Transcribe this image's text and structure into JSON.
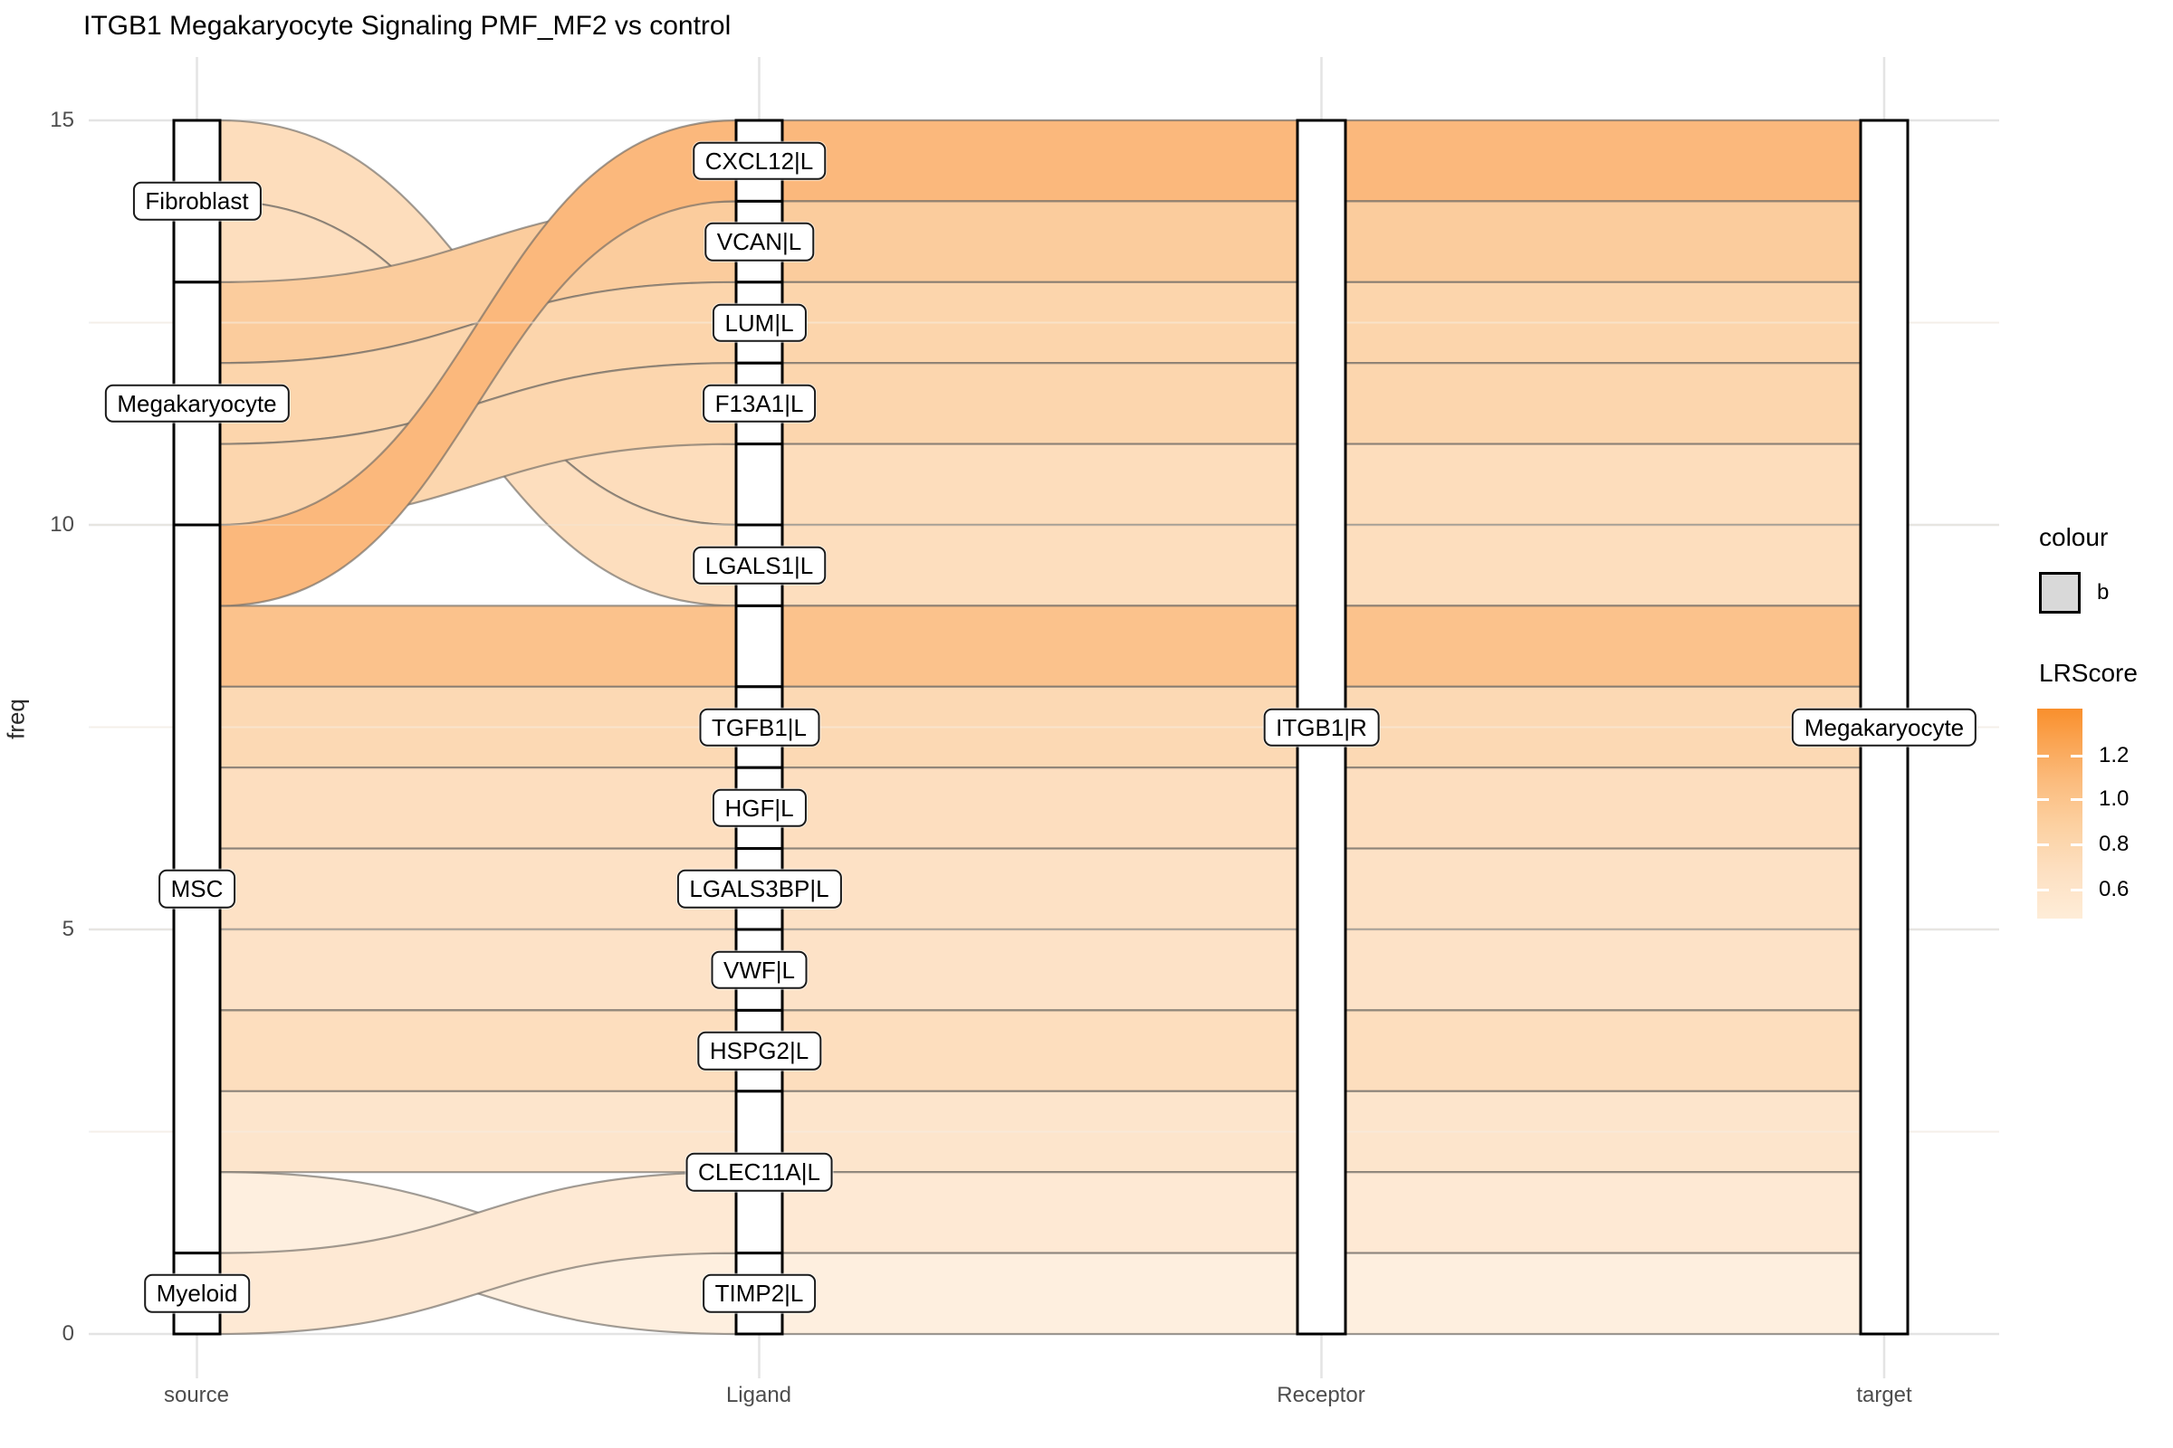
{
  "title": "ITGB1 Megakaryocyte Signaling PMF_MF2 vs control",
  "y_axis": {
    "label": "freq",
    "ticks": [
      "15",
      "10",
      "5",
      "0"
    ]
  },
  "x_axis": {
    "ticks": [
      "source",
      "Ligand",
      "Receptor",
      "target"
    ]
  },
  "legend": {
    "colour_title": "colour",
    "colour_item_label": "b",
    "colour_item_fill": "#d9d9d9",
    "lrscore_title": "LRScore",
    "lr_ticks": [
      "1.2",
      "1.0",
      "0.8",
      "0.6"
    ],
    "gradient_top_color": "#f98f2c",
    "gradient_bottom_color": "#feedd8"
  },
  "chart_data": {
    "type": "alluvial",
    "title": "ITGB1 Megakaryocyte Signaling PMF_MF2 vs control",
    "xlabel_categories": [
      "source",
      "Ligand",
      "Receptor",
      "target"
    ],
    "ylabel": "freq",
    "ylim": [
      0,
      15
    ],
    "grid": "major 0/5/10/15, minor 2.5/7.5/12.5",
    "legend_position": "right",
    "strata": {
      "source": [
        {
          "label": "Fibroblast",
          "from": 13,
          "to": 15,
          "value": 2
        },
        {
          "label": "Megakaryocyte",
          "from": 10,
          "to": 13,
          "value": 3
        },
        {
          "label": "MSC",
          "from": 1,
          "to": 10,
          "value": 9
        },
        {
          "label": "Myeloid",
          "from": 0,
          "to": 1,
          "value": 1
        }
      ],
      "ligand": [
        {
          "label": "CXCL12|L",
          "from": 14,
          "to": 15,
          "value": 1
        },
        {
          "label": "VCAN|L",
          "from": 13,
          "to": 14,
          "value": 1
        },
        {
          "label": "LUM|L",
          "from": 12,
          "to": 13,
          "value": 1
        },
        {
          "label": "F13A1|L",
          "from": 11,
          "to": 12,
          "value": 1
        },
        {
          "label": "",
          "from": 10,
          "to": 11,
          "value": 1
        },
        {
          "label": "LGALS1|L",
          "from": 9,
          "to": 10,
          "value": 1
        },
        {
          "label": "",
          "from": 8,
          "to": 9,
          "value": 1
        },
        {
          "label": "TGFB1|L",
          "from": 7,
          "to": 8,
          "value": 1
        },
        {
          "label": "HGF|L",
          "from": 6,
          "to": 7,
          "value": 1
        },
        {
          "label": "LGALS3BP|L",
          "from": 5,
          "to": 6,
          "value": 1
        },
        {
          "label": "VWF|L",
          "from": 4,
          "to": 5,
          "value": 1
        },
        {
          "label": "HSPG2|L",
          "from": 3,
          "to": 4,
          "value": 1
        },
        {
          "label": "CLEC11A|L",
          "from": 1,
          "to": 3,
          "value": 2
        },
        {
          "label": "TIMP2|L",
          "from": 0,
          "to": 1,
          "value": 1
        }
      ],
      "receptor": [
        {
          "label": "ITGB1|R",
          "from": 0,
          "to": 15,
          "value": 15
        }
      ],
      "target": [
        {
          "label": "Megakaryocyte",
          "from": 0,
          "to": 15,
          "value": 15
        }
      ]
    },
    "links": [
      {
        "source": "Fibroblast",
        "ligand": "",
        "receptor": "ITGB1|R",
        "target": "Megakaryocyte",
        "value": 1,
        "source_span": [
          14,
          15
        ],
        "ligand_span": [
          10,
          11
        ],
        "color": "#fdddbc"
      },
      {
        "source": "Fibroblast",
        "ligand": "LGALS1|L",
        "receptor": "ITGB1|R",
        "target": "Megakaryocyte",
        "value": 1,
        "source_span": [
          13,
          14
        ],
        "ligand_span": [
          9,
          10
        ],
        "color": "#fddebe"
      },
      {
        "source": "Megakaryocyte",
        "ligand": "VCAN|L",
        "receptor": "ITGB1|R",
        "target": "Megakaryocyte",
        "value": 1,
        "source_span": [
          12,
          13
        ],
        "ligand_span": [
          13,
          14
        ],
        "color": "#fbcc9d"
      },
      {
        "source": "Megakaryocyte",
        "ligand": "LUM|L",
        "receptor": "ITGB1|R",
        "target": "Megakaryocyte",
        "value": 1,
        "source_span": [
          11,
          12
        ],
        "ligand_span": [
          12,
          13
        ],
        "color": "#fcd5ac"
      },
      {
        "source": "Megakaryocyte",
        "ligand": "F13A1|L",
        "receptor": "ITGB1|R",
        "target": "Megakaryocyte",
        "value": 1,
        "source_span": [
          10,
          11
        ],
        "ligand_span": [
          11,
          12
        ],
        "color": "#fcd6ae"
      },
      {
        "source": "MSC",
        "ligand": "CXCL12|L",
        "receptor": "ITGB1|R",
        "target": "Megakaryocyte",
        "value": 1,
        "source_span": [
          9,
          10
        ],
        "ligand_span": [
          14,
          15
        ],
        "color": "#fbb87c"
      },
      {
        "source": "MSC",
        "ligand": "",
        "receptor": "ITGB1|R",
        "target": "Megakaryocyte",
        "value": 1,
        "source_span": [
          8,
          9
        ],
        "ligand_span": [
          8,
          9
        ],
        "color": "#fbc28c"
      },
      {
        "source": "MSC",
        "ligand": "TGFB1|L",
        "receptor": "ITGB1|R",
        "target": "Megakaryocyte",
        "value": 1,
        "source_span": [
          7,
          8
        ],
        "ligand_span": [
          7,
          8
        ],
        "color": "#fcd9b4"
      },
      {
        "source": "MSC",
        "ligand": "HGF|L",
        "receptor": "ITGB1|R",
        "target": "Megakaryocyte",
        "value": 1,
        "source_span": [
          6,
          7
        ],
        "ligand_span": [
          6,
          7
        ],
        "color": "#fddebf"
      },
      {
        "source": "MSC",
        "ligand": "LGALS3BP|L",
        "receptor": "ITGB1|R",
        "target": "Megakaryocyte",
        "value": 1,
        "source_span": [
          5,
          6
        ],
        "ligand_span": [
          5,
          6
        ],
        "color": "#fde1c5"
      },
      {
        "source": "MSC",
        "ligand": "VWF|L",
        "receptor": "ITGB1|R",
        "target": "Megakaryocyte",
        "value": 1,
        "source_span": [
          4,
          5
        ],
        "ligand_span": [
          4,
          5
        ],
        "color": "#fde2c7"
      },
      {
        "source": "MSC",
        "ligand": "HSPG2|L",
        "receptor": "ITGB1|R",
        "target": "Megakaryocyte",
        "value": 1,
        "source_span": [
          3,
          4
        ],
        "ligand_span": [
          3,
          4
        ],
        "color": "#fddebe"
      },
      {
        "source": "MSC",
        "ligand": "CLEC11A|L",
        "receptor": "ITGB1|R",
        "target": "Megakaryocyte",
        "value": 1,
        "source_span": [
          2,
          3
        ],
        "ligand_span": [
          2,
          3
        ],
        "color": "#fde5cc"
      },
      {
        "source": "MSC",
        "ligand": "TIMP2|L",
        "receptor": "ITGB1|R",
        "target": "Megakaryocyte",
        "value": 1,
        "source_span": [
          1,
          2
        ],
        "ligand_span": [
          0,
          1
        ],
        "color": "#feefdf"
      },
      {
        "source": "Myeloid",
        "ligand": "CLEC11A|L",
        "receptor": "ITGB1|R",
        "target": "Megakaryocyte",
        "value": 1,
        "source_span": [
          0,
          1
        ],
        "ligand_span": [
          1,
          2
        ],
        "color": "#fee9d4"
      }
    ]
  }
}
